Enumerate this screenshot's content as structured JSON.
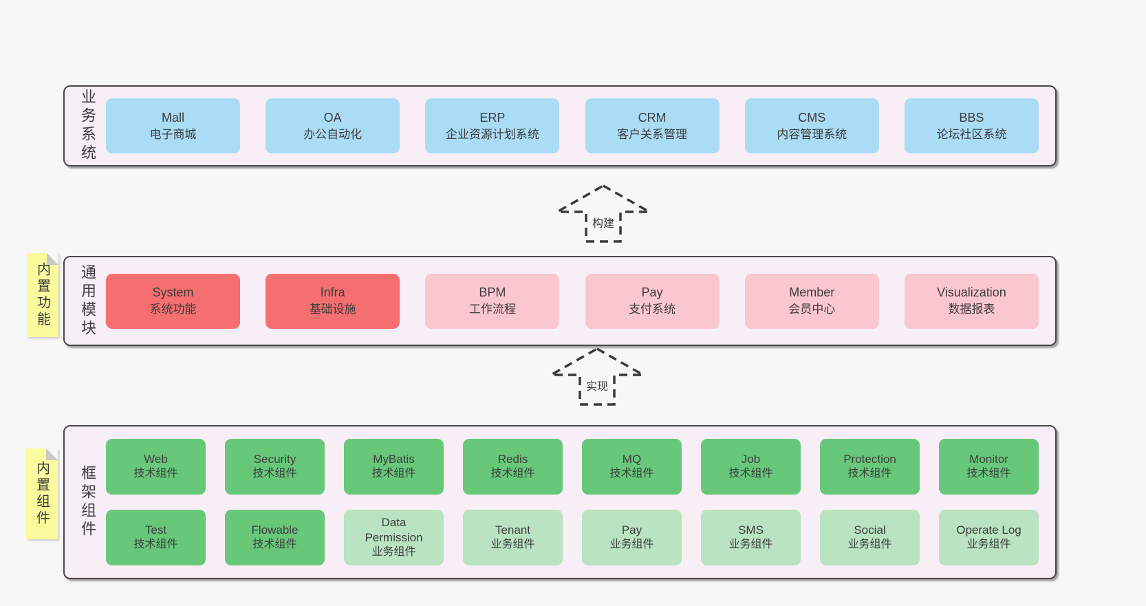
{
  "colors": {
    "page_bg": "#f8f7f8",
    "panel_bg": "#f8eef6",
    "panel_border": "#474747",
    "blue": "#aadcf6",
    "red": "#f56f70",
    "pink": "#fac6d0",
    "green": "#67c87a",
    "light_green": "#b9e3c1",
    "yellow": "#fbfa9d",
    "fold": "#c8c8c8",
    "text": "#3d3d3d",
    "arrow": "#3a3a3a"
  },
  "arrows": [
    {
      "label": "构建"
    },
    {
      "label": "实现"
    }
  ],
  "layers": [
    {
      "name": "business-systems",
      "side_label": "业务系统",
      "boxes": [
        {
          "title": "Mall",
          "subtitle": "电子商城",
          "variant": "blue"
        },
        {
          "title": "OA",
          "subtitle": "办公自动化",
          "variant": "blue"
        },
        {
          "title": "ERP",
          "subtitle": "企业资源计划系统",
          "variant": "blue"
        },
        {
          "title": "CRM",
          "subtitle": "客户关系管理",
          "variant": "blue"
        },
        {
          "title": "CMS",
          "subtitle": "内容管理系统",
          "variant": "blue"
        },
        {
          "title": "BBS",
          "subtitle": "论坛社区系统",
          "variant": "blue"
        }
      ]
    },
    {
      "name": "common-modules",
      "side_label": "通用模块",
      "note": "内置功能",
      "boxes": [
        {
          "title": "System",
          "subtitle": "系统功能",
          "variant": "red"
        },
        {
          "title": "Infra",
          "subtitle": "基础设施",
          "variant": "red"
        },
        {
          "title": "BPM",
          "subtitle": "工作流程",
          "variant": "pink"
        },
        {
          "title": "Pay",
          "subtitle": "支付系统",
          "variant": "pink"
        },
        {
          "title": "Member",
          "subtitle": "会员中心",
          "variant": "pink"
        },
        {
          "title": "Visualization",
          "subtitle": "数据报表",
          "variant": "pink"
        }
      ]
    },
    {
      "name": "framework-components",
      "side_label": "框架组件",
      "note": "内置组件",
      "rows": [
        {
          "boxes": [
            {
              "title": "Web",
              "subtitle": "技术组件",
              "variant": "green"
            },
            {
              "title": "Security",
              "subtitle": "技术组件",
              "variant": "green"
            },
            {
              "title": "MyBatis",
              "subtitle": "技术组件",
              "variant": "green"
            },
            {
              "title": "Redis",
              "subtitle": "技术组件",
              "variant": "green"
            },
            {
              "title": "MQ",
              "subtitle": "技术组件",
              "variant": "green"
            },
            {
              "title": "Job",
              "subtitle": "技术组件",
              "variant": "green"
            },
            {
              "title": "Protection",
              "subtitle": "技术组件",
              "variant": "green"
            },
            {
              "title": "Monitor",
              "subtitle": "技术组件",
              "variant": "green"
            }
          ]
        },
        {
          "boxes": [
            {
              "title": "Test",
              "subtitle": "技术组件",
              "variant": "green"
            },
            {
              "title": "Flowable",
              "subtitle": "技术组件",
              "variant": "green"
            },
            {
              "title": "Data Permission",
              "subtitle": "业务组件",
              "variant": "light_green"
            },
            {
              "title": "Tenant",
              "subtitle": "业务组件",
              "variant": "light_green"
            },
            {
              "title": "Pay",
              "subtitle": "业务组件",
              "variant": "light_green"
            },
            {
              "title": "SMS",
              "subtitle": "业务组件",
              "variant": "light_green"
            },
            {
              "title": "Social",
              "subtitle": "业务组件",
              "variant": "light_green"
            },
            {
              "title": "Operate Log",
              "subtitle": "业务组件",
              "variant": "light_green"
            }
          ]
        }
      ]
    }
  ]
}
